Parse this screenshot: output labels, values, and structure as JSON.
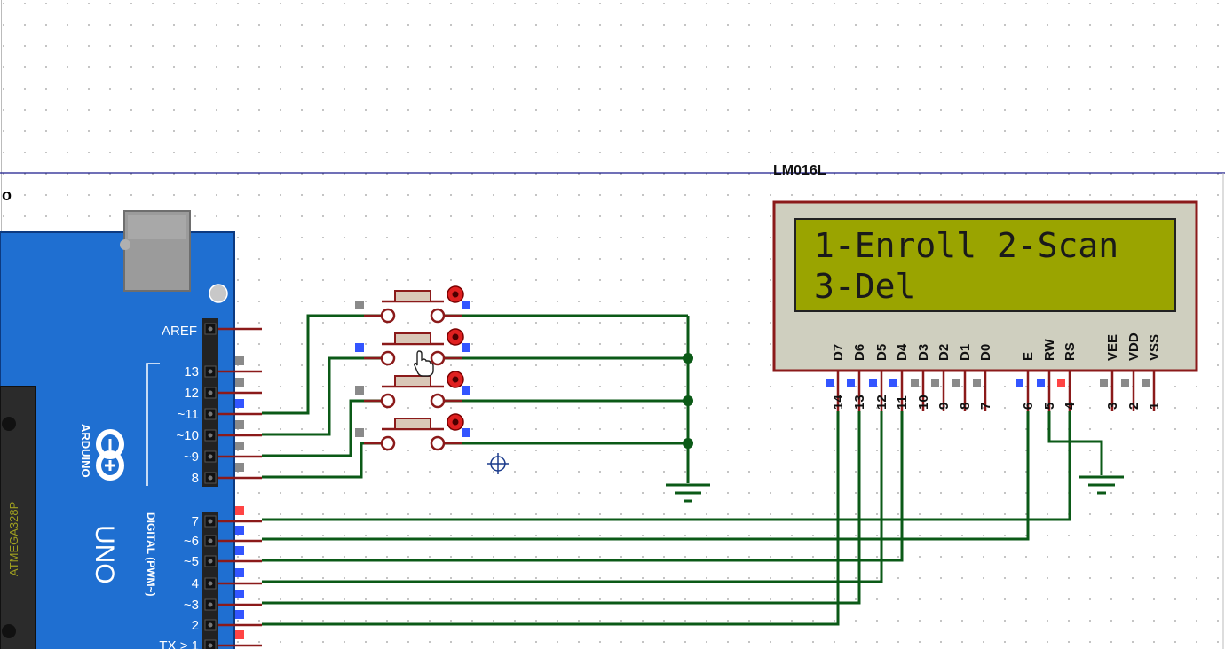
{
  "lcd": {
    "part_name": "LM016L",
    "line1": "1-Enroll 2-Scan",
    "line2": "3-Del",
    "pin_labels": [
      "D7",
      "D6",
      "D5",
      "D4",
      "D3",
      "D2",
      "D1",
      "D0",
      "E",
      "RW",
      "RS",
      "VEE",
      "VDD",
      "VSS"
    ],
    "pin_numbers": [
      "14",
      "13",
      "12",
      "11",
      "10",
      "9",
      "8",
      "7",
      "6",
      "5",
      "4",
      "3",
      "2",
      "1"
    ]
  },
  "arduino": {
    "brand": "ARDUINO",
    "model": "UNO",
    "chip": "ATMEGA328P",
    "aref_label": "AREF",
    "digital_label": "DIGITAL (PWM~)",
    "upper_pins": [
      "13",
      "12",
      "~11",
      "~10",
      "~9",
      "8"
    ],
    "lower_pins": [
      "7",
      "~6",
      "~5",
      "4",
      "~3",
      "2",
      "TX > 1"
    ],
    "corner_mark": "o"
  },
  "colors": {
    "wire": "#0b5a17",
    "part_outline": "#8b1a1a",
    "board_blue": "#1f6fd1",
    "lcd_screen": "#9aa400",
    "lcd_body": "#cfcfbf",
    "pin_blue": "#3355ff",
    "pin_gray": "#8a8a8a",
    "pin_red": "#ff4444"
  },
  "icons": [
    "hand-pointer-icon",
    "crosshair-icon",
    "ground-icon"
  ]
}
